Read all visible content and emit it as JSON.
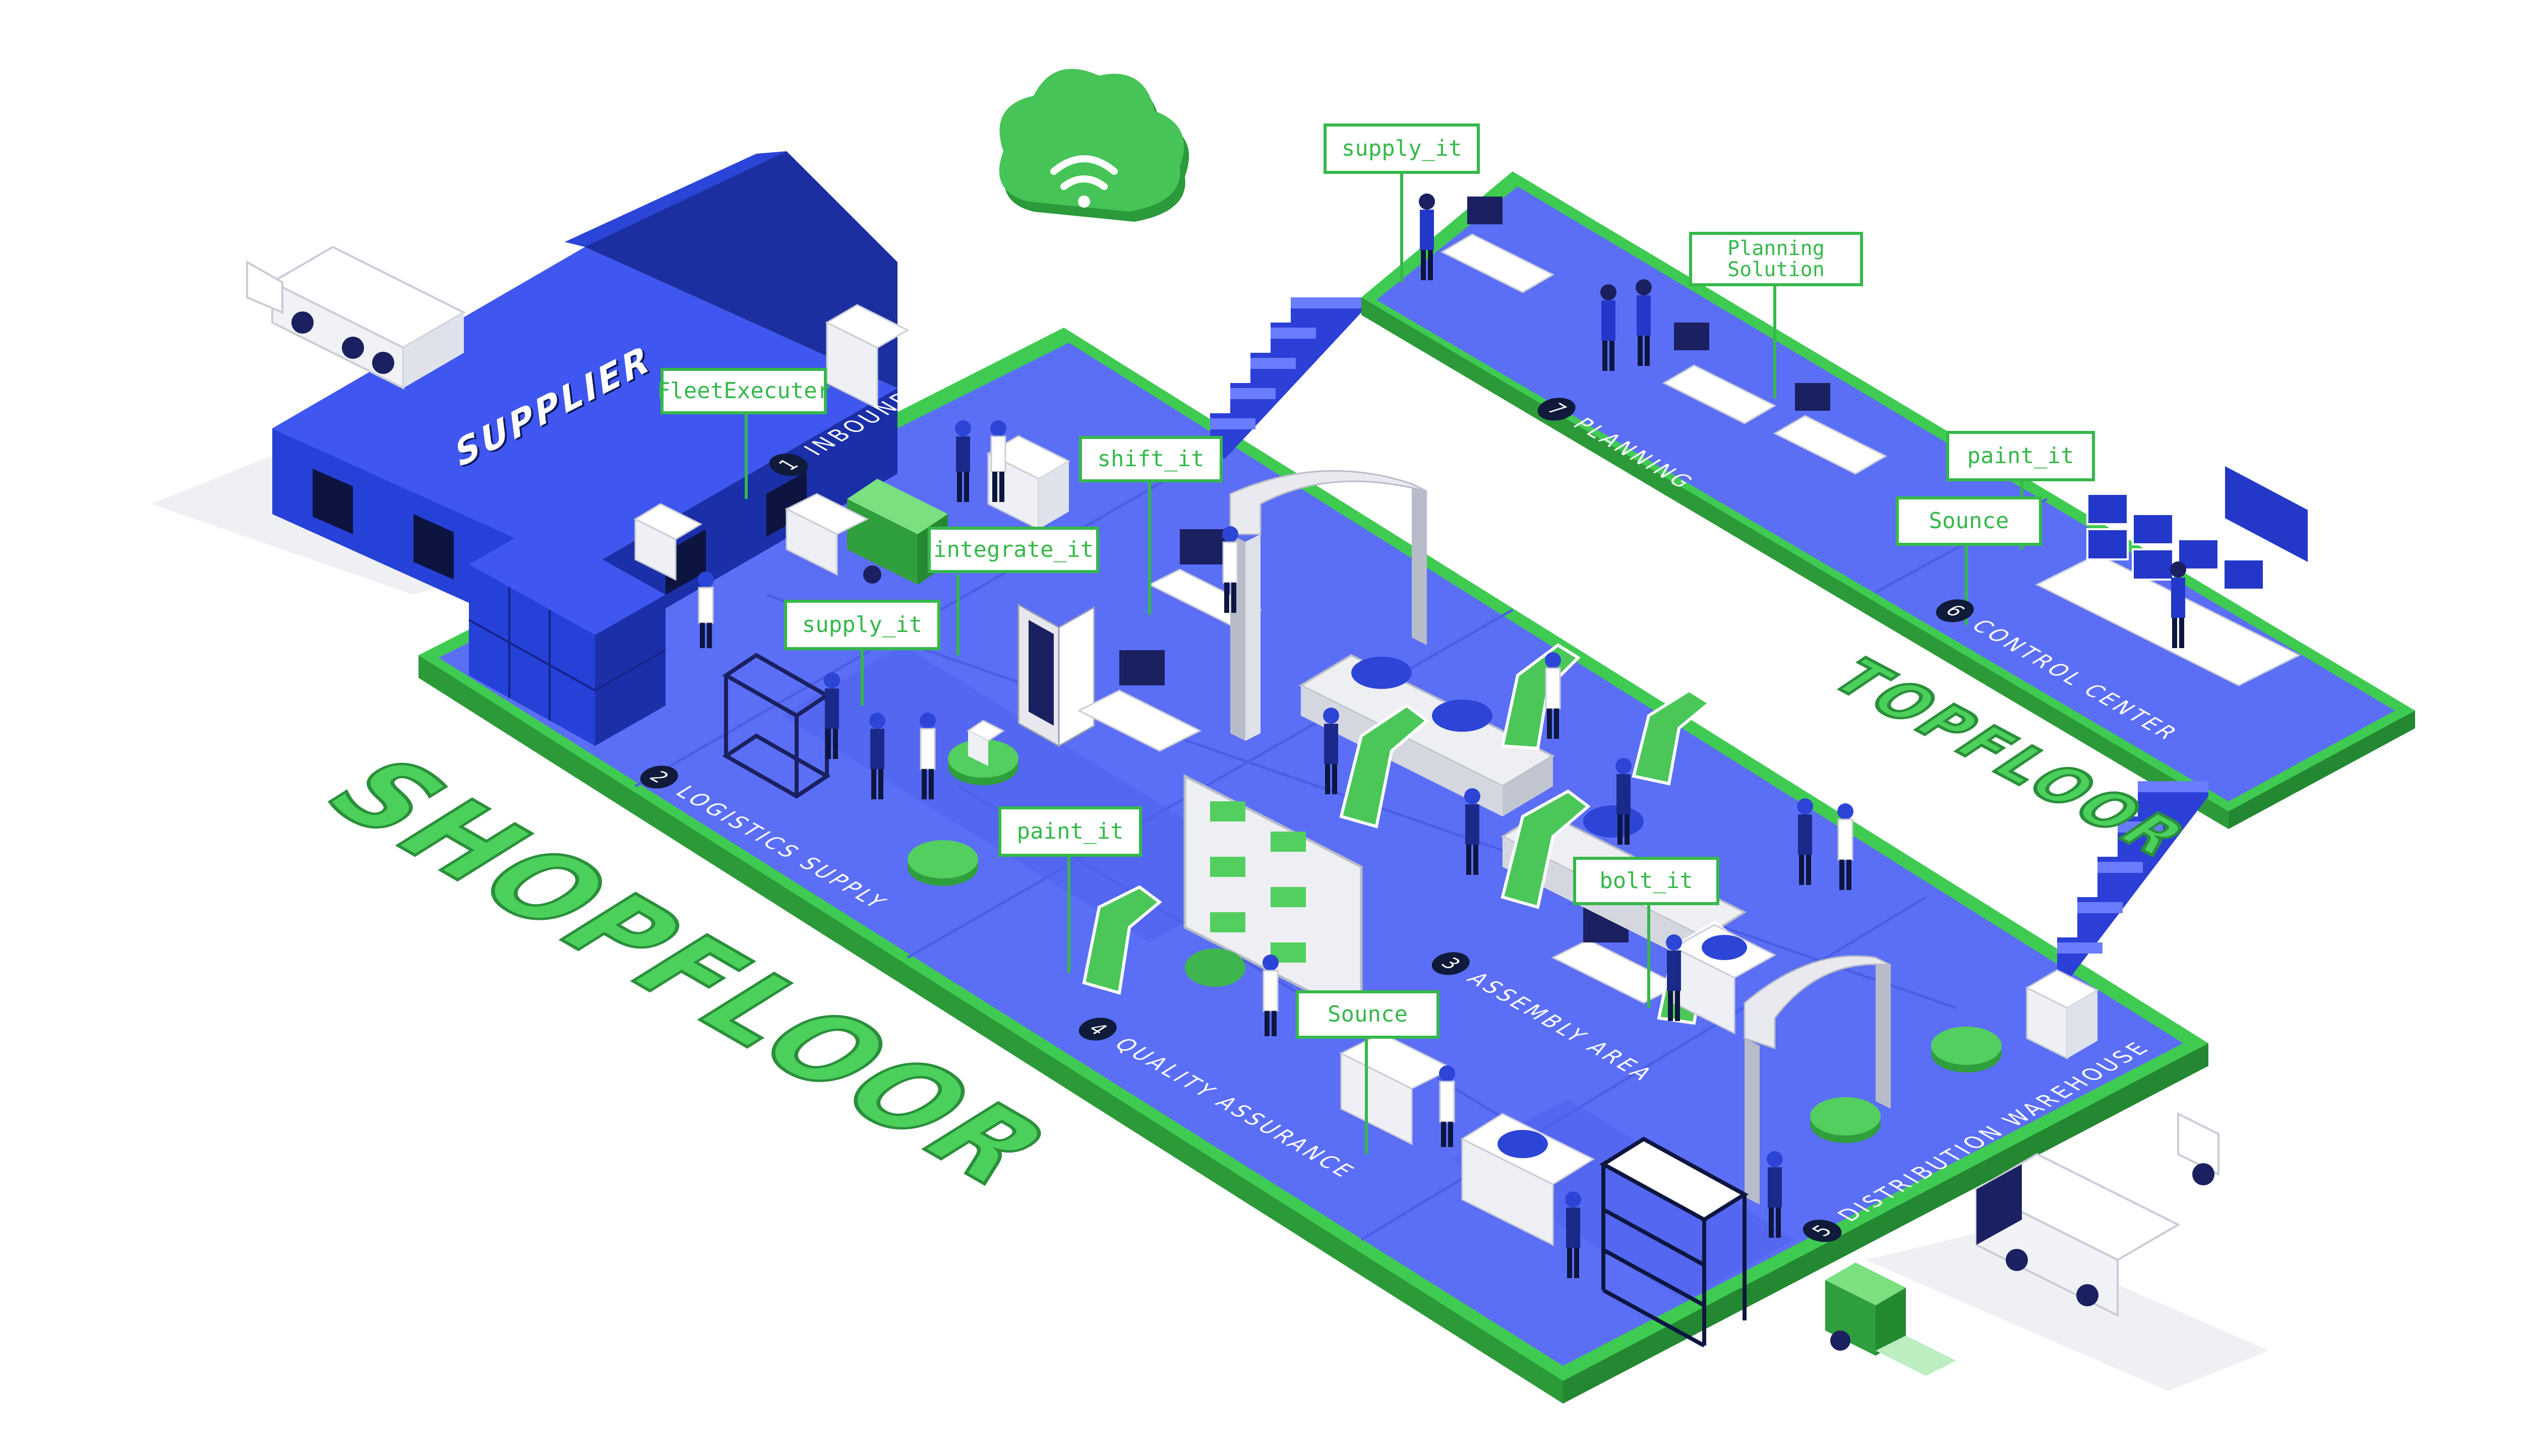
{
  "labels": {
    "shopfloor": "SHOPFLOOR",
    "topfloor": "TOPFLOOR",
    "supplier": "SUPPLIER"
  },
  "zones": [
    {
      "num": "1",
      "name": "INBOUND WAREHOUSE"
    },
    {
      "num": "2",
      "name": "LOGISTICS SUPPLY"
    },
    {
      "num": "3",
      "name": "ASSEMBLY AREA"
    },
    {
      "num": "4",
      "name": "QUALITY ASSURANCE"
    },
    {
      "num": "5",
      "name": "DISTRIBUTION WAREHOUSE"
    },
    {
      "num": "6",
      "name": "CONTROL CENTER"
    },
    {
      "num": "7",
      "name": "PLANNING"
    }
  ],
  "callouts": {
    "fleet_executer": "FleetExecuter",
    "shift_it": "shift_it",
    "integrate_it": "integrate_it",
    "supply_it_shop": "supply_it",
    "supply_it_top": "supply_it",
    "paint_it_shop": "paint_it",
    "paint_it_top": "paint_it",
    "bolt_it": "bolt_it",
    "sounce_shop": "Sounce",
    "sounce_top": "Sounce",
    "planning_solution": "Planning\nSolution"
  },
  "colors": {
    "floor_blue": "#5a6ef7",
    "floor_dark": "#2438c9",
    "accent_green": "#35b84a",
    "green_light": "#5fd36a",
    "navy": "#0d1640"
  },
  "icons": [
    "cloud-wifi-icon",
    "truck-icon",
    "forklift-icon",
    "robot-arm-icon",
    "gate-scanner-icon",
    "amr-robot-icon",
    "worker-icon",
    "monitor-desk-icon",
    "shelf-icon",
    "server-rack-icon"
  ]
}
